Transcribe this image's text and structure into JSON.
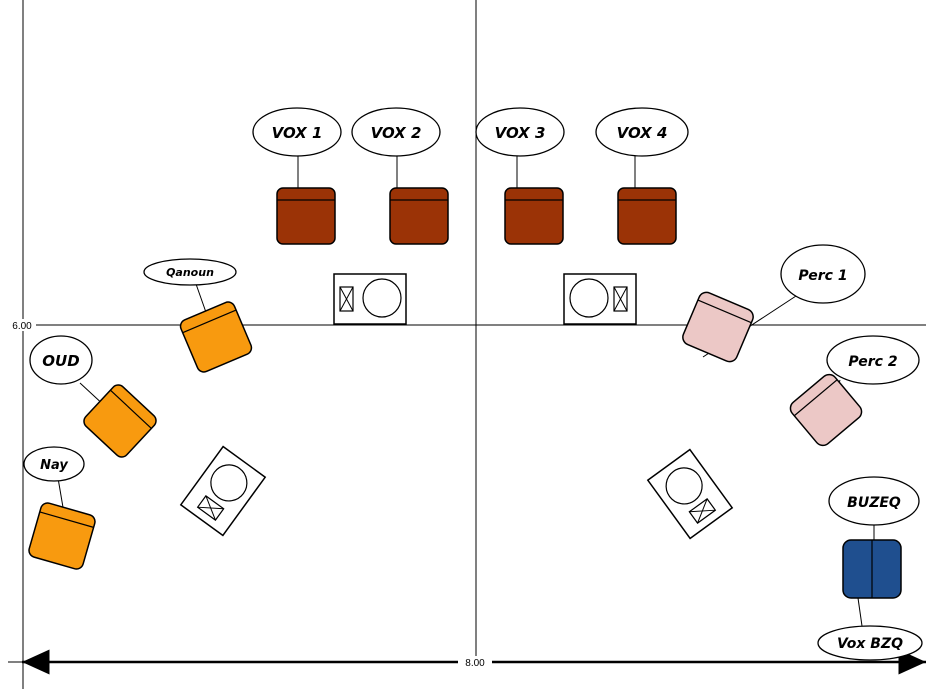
{
  "dimensions": {
    "vertical": "6.00",
    "horizontal": "8.00"
  },
  "labels": {
    "vox1": "VOX 1",
    "vox2": "VOX 2",
    "vox3": "VOX 3",
    "vox4": "VOX 4",
    "qanoun": "Qanoun",
    "oud": "OUD",
    "nay": "Nay",
    "perc1": "Perc 1",
    "perc2": "Perc 2",
    "buzeq": "BUZEQ",
    "voxbzq": "Vox BZQ"
  },
  "colors": {
    "vox_seat": "#9b3306",
    "ensemble_seat": "#f89a0f",
    "perc_seat": "#ecc8c6",
    "buzeq_seat": "#1f4f8f",
    "outline": "#000000"
  }
}
